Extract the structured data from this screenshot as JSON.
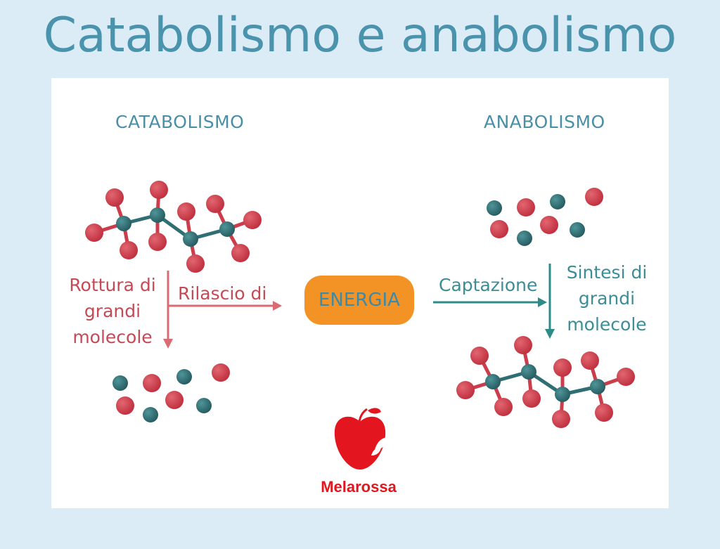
{
  "title": "Catabolismo e anabolismo",
  "catabolism": {
    "heading": "CATABOLISMO",
    "process_lines": [
      "Rottura di",
      "grandi",
      "molecole"
    ],
    "release_label": "Rilascio di"
  },
  "anabolism": {
    "heading": "ANABOLISMO",
    "process_lines": [
      "Sintesi di",
      "grandi",
      "molecole"
    ],
    "capture_label": "Captazione"
  },
  "energy_label": "ENERGIA",
  "brand": "Melarossa",
  "colors": {
    "background": "#dcecf7",
    "title": "#4a93ad",
    "red_atom": "#cc3d4b",
    "teal_atom": "#2f6e73",
    "catabolism_arrow": "#d96b73",
    "anabolism_arrow": "#2e8c88",
    "energy_pill": "#f39325",
    "brand": "#e3161f"
  },
  "icons": [
    "apple-logo-icon",
    "molecule-chain-icon",
    "free-atoms-icon",
    "arrow-icon"
  ]
}
